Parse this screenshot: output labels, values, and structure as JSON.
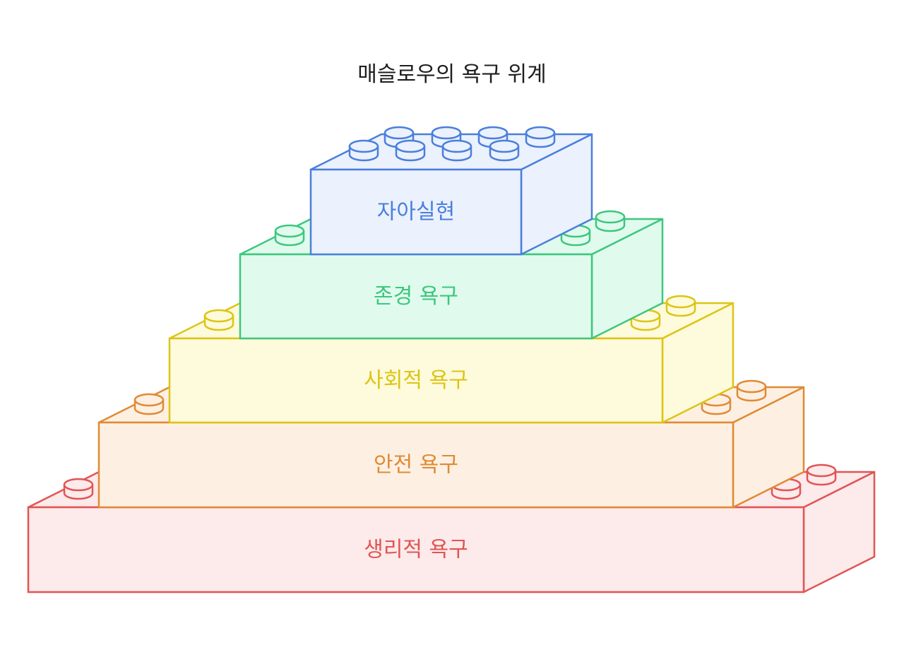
{
  "title": "매슬로우의 욕구 위계",
  "levels": [
    {
      "label": "자아실현",
      "stroke": "#4a7fdc",
      "fill": "#ebf1fd"
    },
    {
      "label": "존경 욕구",
      "stroke": "#3dc77e",
      "fill": "#e0fbed"
    },
    {
      "label": "사회적 욕구",
      "stroke": "#dcc515",
      "fill": "#fefadc"
    },
    {
      "label": "안전 욕구",
      "stroke": "#e08a35",
      "fill": "#fdf0e2"
    },
    {
      "label": "생리적 욕구",
      "stroke": "#e05555",
      "fill": "#fdeaea"
    }
  ]
}
